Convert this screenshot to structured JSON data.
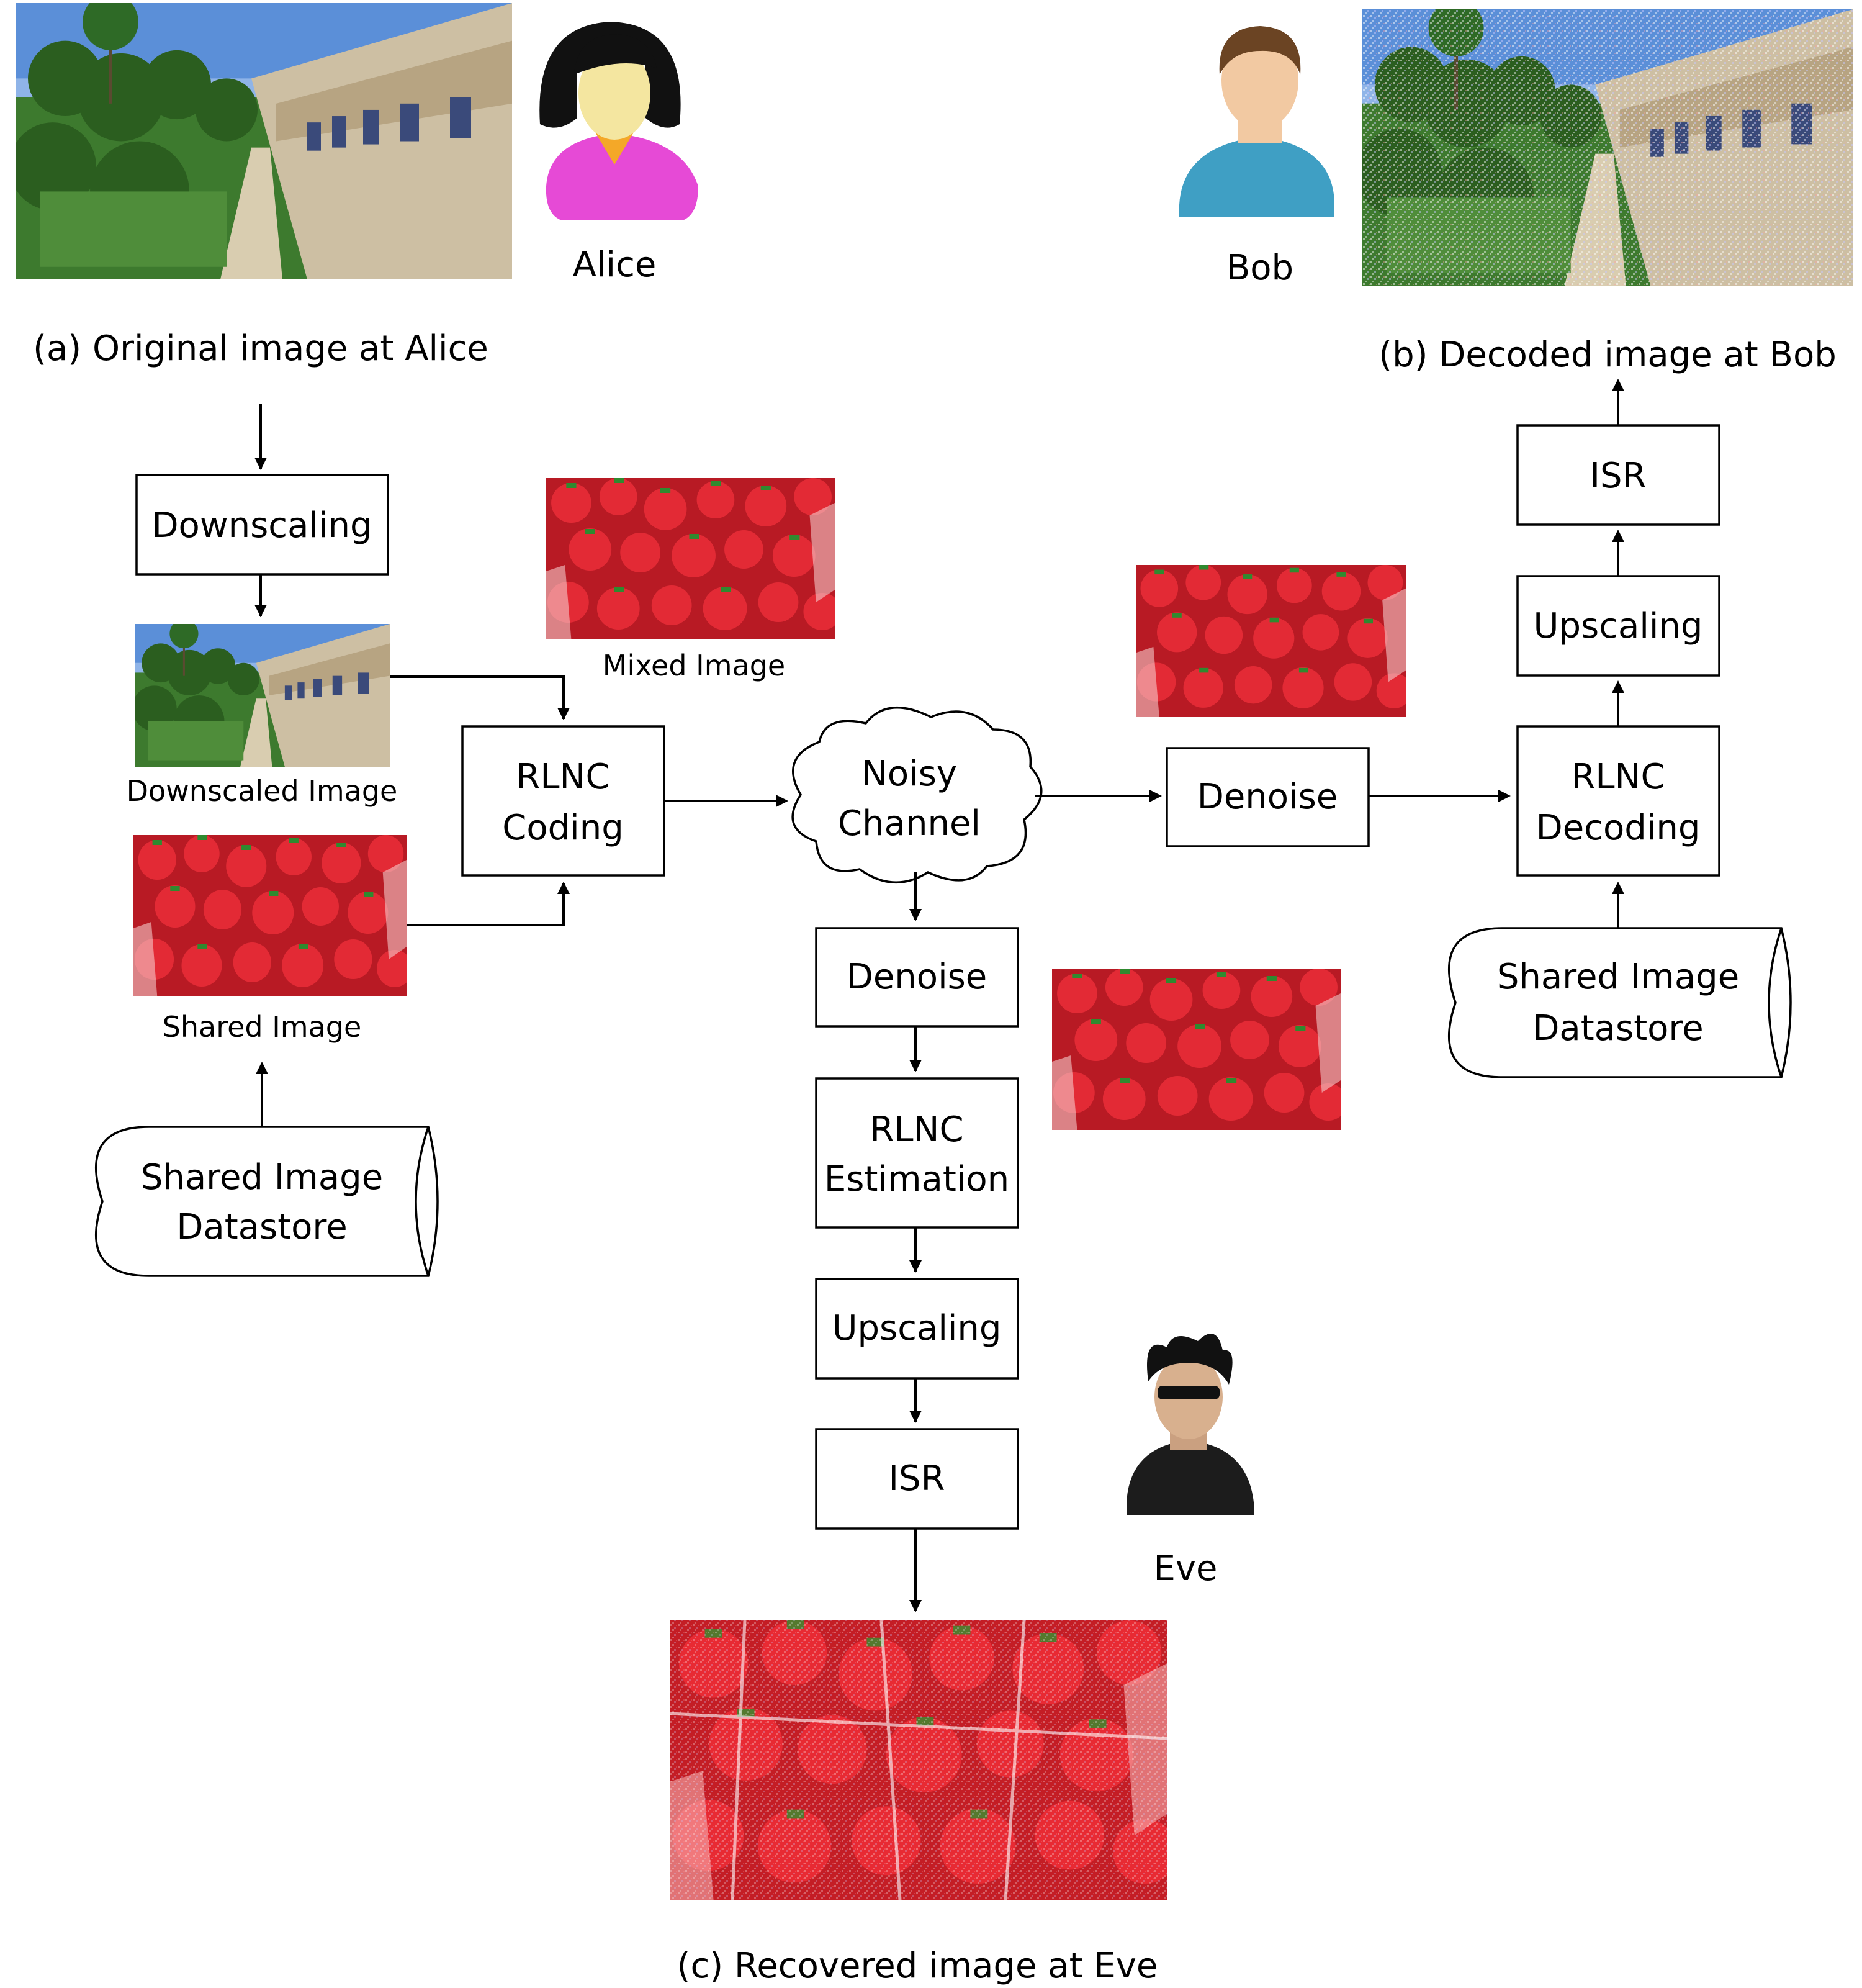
{
  "captions": {
    "a": "(a) Original image at Alice",
    "b": "(b) Decoded image at Bob",
    "c": "(c) Recovered image at Eve"
  },
  "actors": {
    "alice": "Alice",
    "bob": "Bob",
    "eve": "Eve"
  },
  "image_labels": {
    "downscaled": "Downscaled Image",
    "shared": "Shared Image",
    "mixed": "Mixed Image"
  },
  "alice_pipeline": {
    "downscaling": "Downscaling",
    "rlnc_coding_line1": "RLNC",
    "rlnc_coding_line2": "Coding",
    "datastore_line1": "Shared Image",
    "datastore_line2": "Datastore"
  },
  "channel": {
    "line1": "Noisy",
    "line2": "Channel"
  },
  "bob_pipeline": {
    "denoise": "Denoise",
    "rlnc_decoding_line1": "RLNC",
    "rlnc_decoding_line2": "Decoding",
    "upscaling": "Upscaling",
    "isr": "ISR",
    "datastore_line1": "Shared Image",
    "datastore_line2": "Datastore"
  },
  "eve_pipeline": {
    "denoise": "Denoise",
    "rlnc_estimation_line1": "RLNC",
    "rlnc_estimation_line2": "Estimation",
    "upscaling": "Upscaling",
    "isr": "ISR"
  },
  "colors": {
    "alice_shirt": "#e64ad6",
    "alice_skin": "#f4e6a0",
    "bob_shirt": "#3f9fc4",
    "bob_skin": "#f2c9a2",
    "eve_jacket": "#1c1c1c",
    "strawberry": "#d8202a",
    "foliage": "#3d7a2e",
    "sky": "#5b8fd8"
  }
}
